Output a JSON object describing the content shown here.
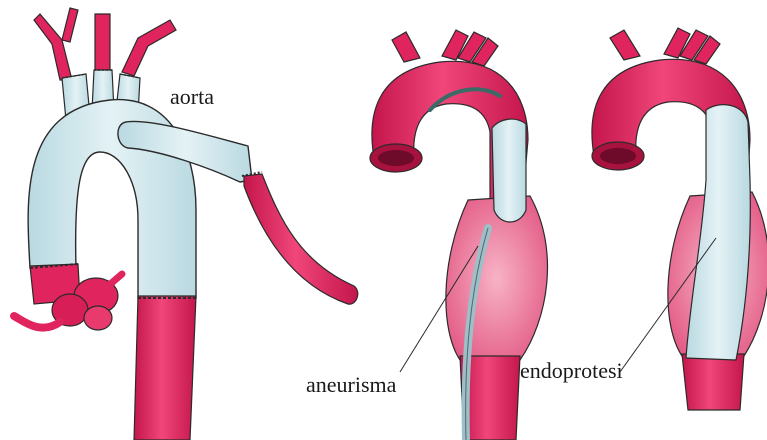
{
  "labels": {
    "aorta": "aorta",
    "aneurysm": "aneurisma",
    "endoprosthesis": "endoprotesi"
  },
  "colors": {
    "vessel": "#e0245e",
    "vessel_dark": "#a8123f",
    "vessel_light": "#f27a9b",
    "graft": "#cfe6ec",
    "graft_shade": "#a9cdd6",
    "outline": "#2b2b2b",
    "background": "#ffffff"
  },
  "panels": [
    {
      "name": "open-surgical-graft-repair"
    },
    {
      "name": "endovascular-stent-graft-delivery"
    },
    {
      "name": "endovascular-stent-graft-deployed"
    }
  ]
}
